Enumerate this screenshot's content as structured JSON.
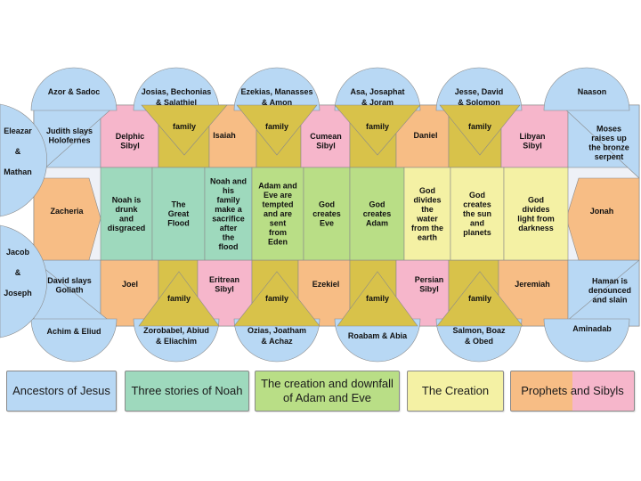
{
  "colors": {
    "ancestors": "#b8d8f4",
    "noah": "#9ed9bd",
    "adam": "#b9de86",
    "creation": "#f4f1a4",
    "prophets": "#f7bd85",
    "sibyls": "#f6b6cb",
    "family": "#d8c24a",
    "border": "#8a8a8a"
  },
  "ancestors": {
    "top": [
      "Azor & Sadoc",
      "Josias, Bechonias & Salathiel",
      "Ezekias, Manasses & Amon",
      "Asa, Josaphat & Joram",
      "Jesse, David & Solomon",
      "Naason"
    ],
    "bottom": [
      "Achim & Eliud",
      "Zorobabel, Abiud & Eliachim",
      "Ozias, Joatham & Achaz",
      "Roabam & Abia",
      "Salmon, Boaz & Obed",
      "Aminadab"
    ],
    "left": [
      "Eleazar & Mathan",
      "Jacob & Joseph"
    ]
  },
  "family_label": "family",
  "top_row": [
    "Judith slays Holofernes",
    "Delphic Sibyl",
    "Isaiah",
    "Cumean Sibyl",
    "Daniel",
    "Libyan Sibyl",
    "Moses raises up the bronze serpent"
  ],
  "bottom_row": [
    "David slays Goliath",
    "Joel",
    "Eritrean Sibyl",
    "Ezekiel",
    "Persian Sibyl",
    "Jeremiah",
    "Haman is denounced and slain"
  ],
  "ends": {
    "left": "Zacheria",
    "right": "Jonah"
  },
  "center_row": [
    "Noah is drunk and disgraced",
    "The Great Flood",
    "Noah and his family make a sacrifice after the flood",
    "Adam and Eve are tempted and are sent from Eden",
    "God creates Eve",
    "God creates Adam",
    "God divides the water from the earth",
    "God creates the sun and planets",
    "God divides light from darkness"
  ],
  "legend": {
    "ancestors": "Ancestors of Jesus",
    "noah": "Three stories of Noah",
    "adam": "The creation and downfall of Adam and Eve",
    "creation": "The Creation",
    "prophets": "Prophets and Sibyls"
  }
}
